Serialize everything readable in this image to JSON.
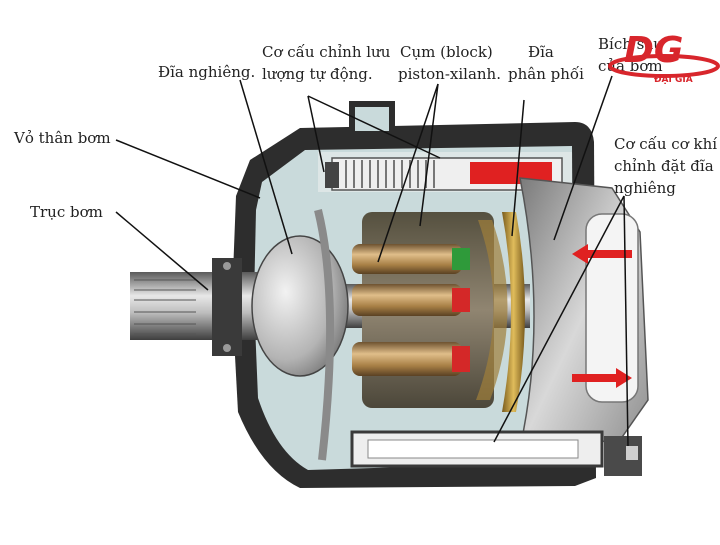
{
  "labels": {
    "dia_nghieng": "Đĩa nghiêng.",
    "co_cau_line1": "Cơ cấu chỉnh lưu",
    "co_cau_line2": "lượng tự động.",
    "cum_line1": "Cụm (block)",
    "cum_line2": "piston-xilanh.",
    "dia_pp_line1": "Đĩa",
    "dia_pp_line2": "phân phối",
    "bich_line1": "Bích sau",
    "bich_line2": "của bơm",
    "vo": "Vỏ thân bơm",
    "truc": "Trục bơm",
    "ck_line1": "Cơ cấu cơ khí",
    "ck_line2": "chỉnh đặt đĩa",
    "ck_line3": "nghiêng"
  },
  "logo": {
    "mark": "DG",
    "sub": "ĐẠI GIA"
  },
  "colors": {
    "housing": "#2d2d2d",
    "interior": "#c9dadb",
    "piston_brass": "#b8925a",
    "cylinder_block": "#7d7363",
    "valve_plate": "#c09a3e",
    "red_part": "#e02121",
    "green_part": "#2f9a3a",
    "logo_red": "#d8262c"
  }
}
